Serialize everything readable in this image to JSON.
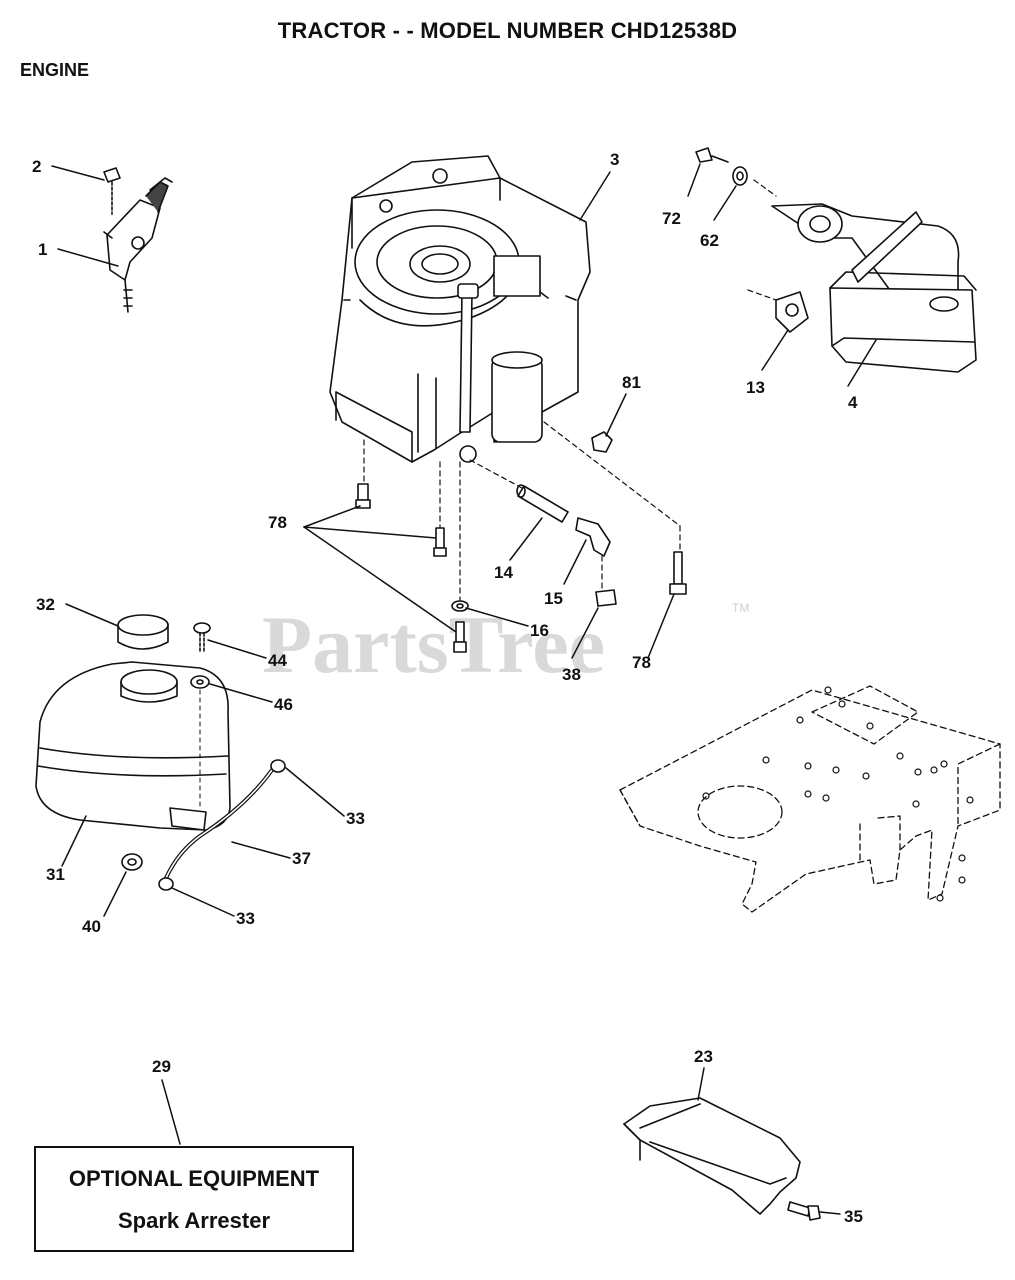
{
  "header": {
    "title": "TRACTOR - - MODEL NUMBER CHD12538D",
    "section": "ENGINE"
  },
  "watermark": {
    "text": "PartsTree",
    "tm": "TM"
  },
  "callouts": [
    {
      "id": "c2",
      "label": "2"
    },
    {
      "id": "c1",
      "label": "1"
    },
    {
      "id": "c3",
      "label": "3"
    },
    {
      "id": "c72",
      "label": "72"
    },
    {
      "id": "c62",
      "label": "62"
    },
    {
      "id": "c13",
      "label": "13"
    },
    {
      "id": "c4",
      "label": "4"
    },
    {
      "id": "c81",
      "label": "81"
    },
    {
      "id": "c78a",
      "label": "78"
    },
    {
      "id": "c14",
      "label": "14"
    },
    {
      "id": "c15",
      "label": "15"
    },
    {
      "id": "c16",
      "label": "16"
    },
    {
      "id": "c38",
      "label": "38"
    },
    {
      "id": "c78b",
      "label": "78"
    },
    {
      "id": "c32",
      "label": "32"
    },
    {
      "id": "c44",
      "label": "44"
    },
    {
      "id": "c46",
      "label": "46"
    },
    {
      "id": "c33a",
      "label": "33"
    },
    {
      "id": "c37",
      "label": "37"
    },
    {
      "id": "c31",
      "label": "31"
    },
    {
      "id": "c40",
      "label": "40"
    },
    {
      "id": "c33b",
      "label": "33"
    },
    {
      "id": "c29",
      "label": "29"
    },
    {
      "id": "c23",
      "label": "23"
    },
    {
      "id": "c35",
      "label": "35"
    }
  ],
  "optional_box": {
    "line1": "OPTIONAL EQUIPMENT",
    "line2": "Spark Arrester"
  }
}
